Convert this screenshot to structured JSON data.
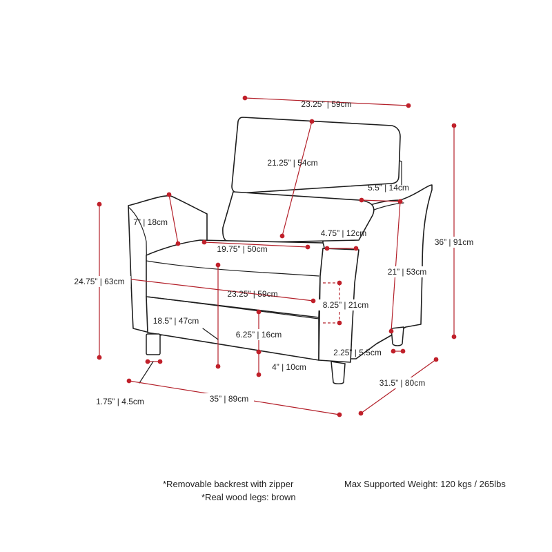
{
  "dimensions": {
    "top_width": "23.25” | 59cm",
    "back_height": "21.25” | 54cm",
    "arm_width": "5.5” | 14cm",
    "arm_height": "7” | 18cm",
    "arm_depth": "4.75” | 12cm",
    "seat_width": "19.75” | 50cm",
    "seat_depth": "23.25” | 59cm",
    "total_height": "36” | 91cm",
    "arm_total_height": "24.75” | 63cm",
    "back_to_floor": "21” | 53cm",
    "seat_height": "18.5” | 47cm",
    "seat_cushion_thickness": "8.25” | 21cm",
    "base_height": "6.25” | 16cm",
    "leg_height": "4” | 10cm",
    "leg_width": "2.25” | 5.5cm",
    "leg_diameter": "1.75” | 4.5cm",
    "overall_width": "35” | 89cm",
    "overall_depth": "31.5” | 80cm"
  },
  "notes": {
    "backrest": "*Removable backrest with zipper",
    "legs": "*Real wood legs: brown",
    "weight": "Max Supported Weight: 120 kgs / 265lbs"
  },
  "colors": {
    "dimension_line": "#b3202a",
    "outline": "#1e1e1e"
  }
}
